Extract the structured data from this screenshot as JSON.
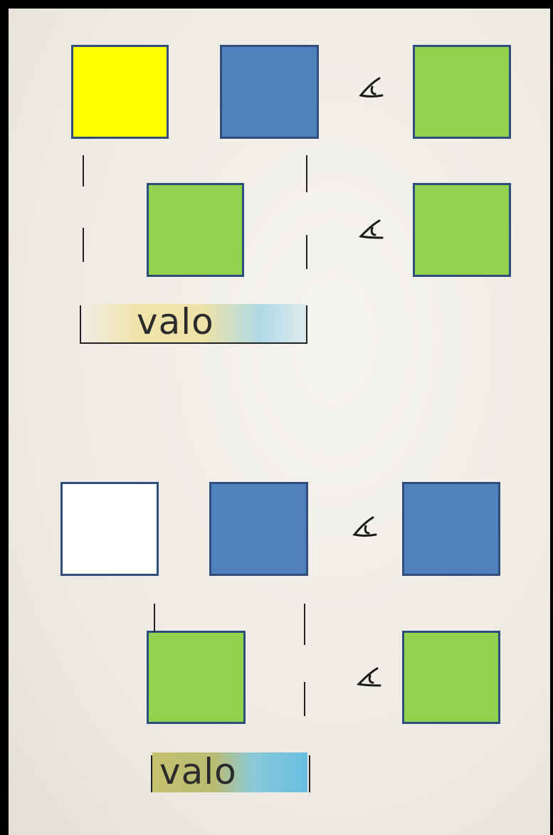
{
  "colors": {
    "yellow": "#ffff00",
    "blue": "#4f81bd",
    "green": "#92d050",
    "white": "#ffffff",
    "square_border": "#2f4d7d"
  },
  "diagrams": [
    {
      "label": "valo",
      "top_row": [
        "yellow",
        "blue",
        "green"
      ],
      "bottom_row": [
        "green",
        "green"
      ]
    },
    {
      "label": "valo",
      "top_row": [
        "white",
        "blue",
        "blue"
      ],
      "bottom_row": [
        "green",
        "green"
      ]
    }
  ],
  "icons": {
    "eye": "eye-icon"
  }
}
